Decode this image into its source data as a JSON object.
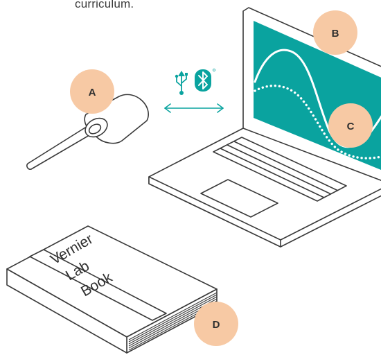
{
  "caption": "curriculum.",
  "colors": {
    "accent_teal": "#0aa39f",
    "badge_peach": "#f7c9a4",
    "line": "#3a3a3a",
    "background": "#ffffff"
  },
  "callouts": {
    "sensor": "A",
    "laptop": "B",
    "graph": "C",
    "book": "D"
  },
  "icons": [
    "usb-icon",
    "bluetooth-icon",
    "double-arrow-icon",
    "registered-mark-icon"
  ],
  "book": {
    "line1": "Vernier",
    "line2": "Lab",
    "line3": "Book"
  }
}
